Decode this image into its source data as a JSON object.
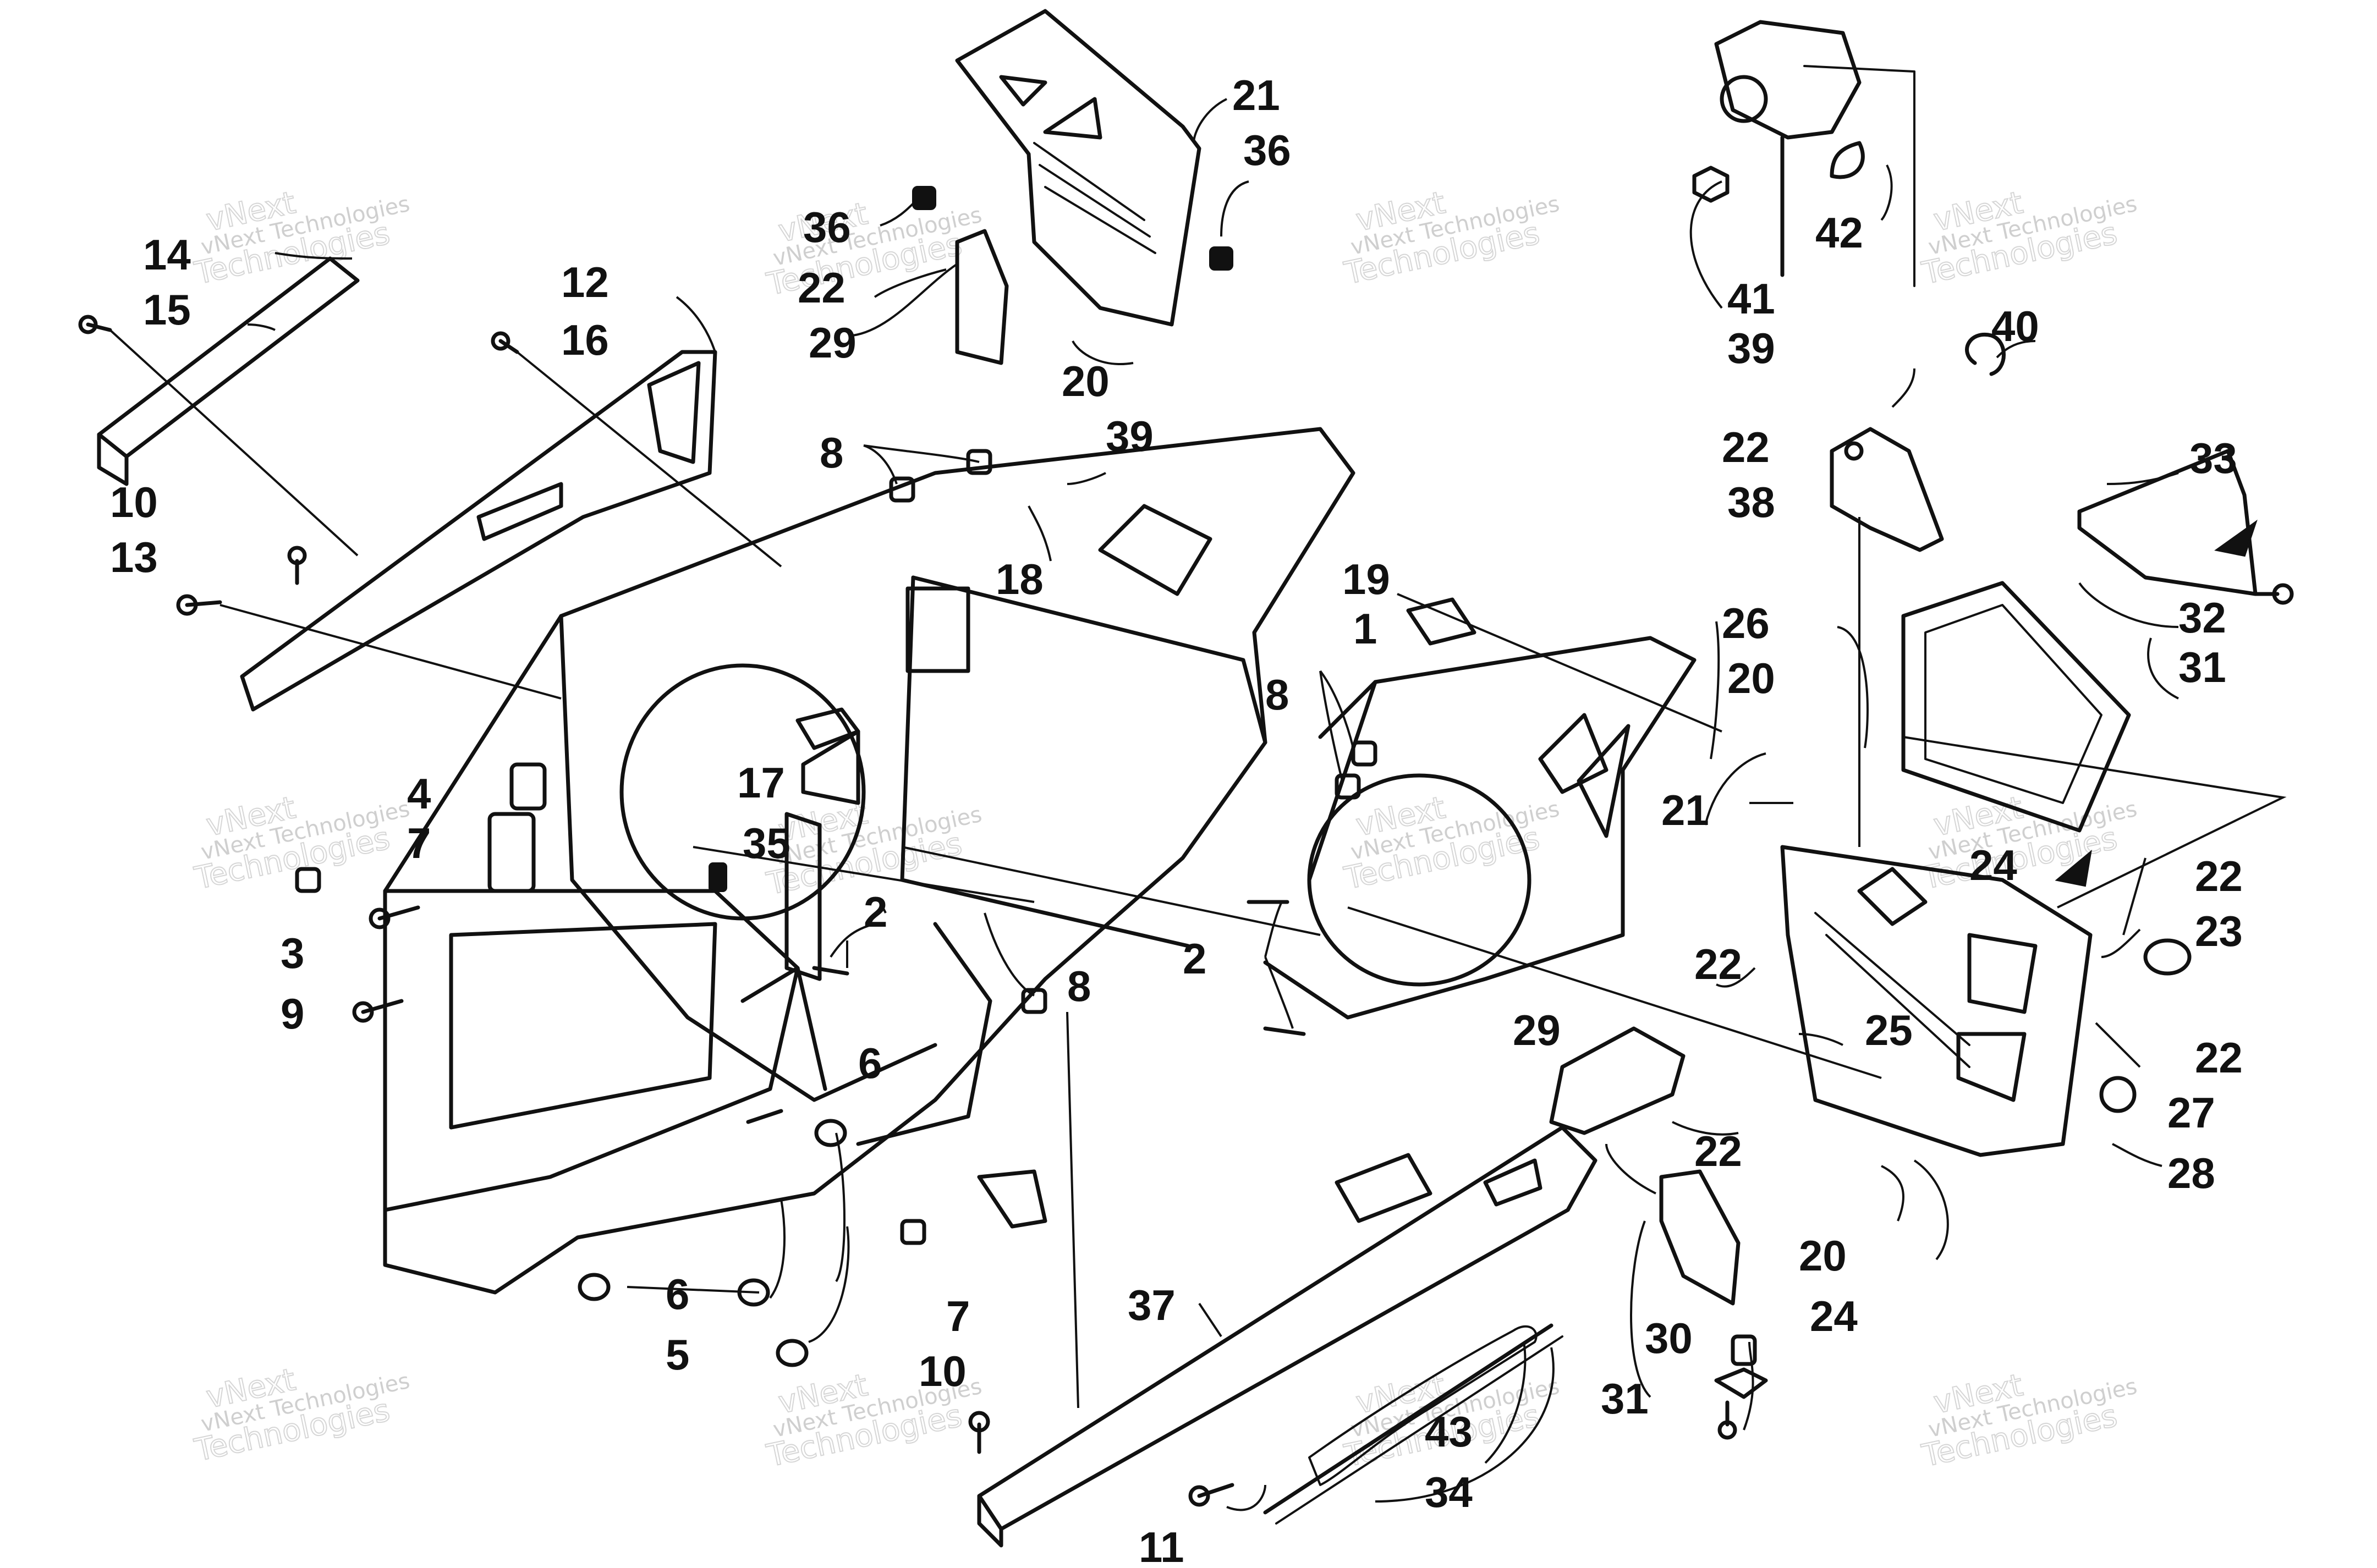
{
  "watermark": {
    "line1": "vNext",
    "line2": "vNext Technologies",
    "line3": "Technologies"
  },
  "callouts": [
    "1",
    "2",
    "2",
    "3",
    "4",
    "5",
    "6",
    "6",
    "7",
    "7",
    "8",
    "8",
    "8",
    "9",
    "10",
    "10",
    "11",
    "12",
    "13",
    "14",
    "15",
    "16",
    "17",
    "18",
    "19",
    "20",
    "20",
    "20",
    "21",
    "21",
    "22",
    "22",
    "22",
    "22",
    "22",
    "22",
    "23",
    "24",
    "24",
    "25",
    "26",
    "27",
    "28",
    "29",
    "29",
    "30",
    "31",
    "31",
    "32",
    "33",
    "34",
    "35",
    "36",
    "36",
    "37",
    "38",
    "39",
    "39",
    "40",
    "41",
    "42",
    "43"
  ]
}
